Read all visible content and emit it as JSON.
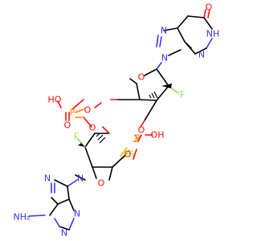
{
  "atoms": {
    "o_carbonyl": "O",
    "nh": "NH",
    "n_imid_top": "N",
    "n_glyco_top": "N",
    "n_pyr_top": "N",
    "o_ring_top": "O",
    "f_top": "F",
    "oh_p1": "HO",
    "p1": "P",
    "o_dbl_p1": "O",
    "o_p1_left": "O",
    "o_p1_ring": "O",
    "o_p2_top": "O",
    "p2": "P",
    "oh_p2": "OH",
    "s_p2": "S",
    "o_p2_bottom": "O",
    "f_bottom": "F",
    "o_ring_bottom": "O",
    "n_imid_bottom": "N",
    "n_glyco_bottom": "N",
    "nh2": "NH₂",
    "n_pyr_bottom_1": "N",
    "n_pyr_bottom_2": "N"
  },
  "colors": {
    "carbon": "#000000",
    "nitrogen": "#3535ff",
    "oxygen": "#ff0d0d",
    "phosphorus": "#ff8000",
    "fluorine": "#90e050",
    "sulfur": "#c8c800"
  }
}
